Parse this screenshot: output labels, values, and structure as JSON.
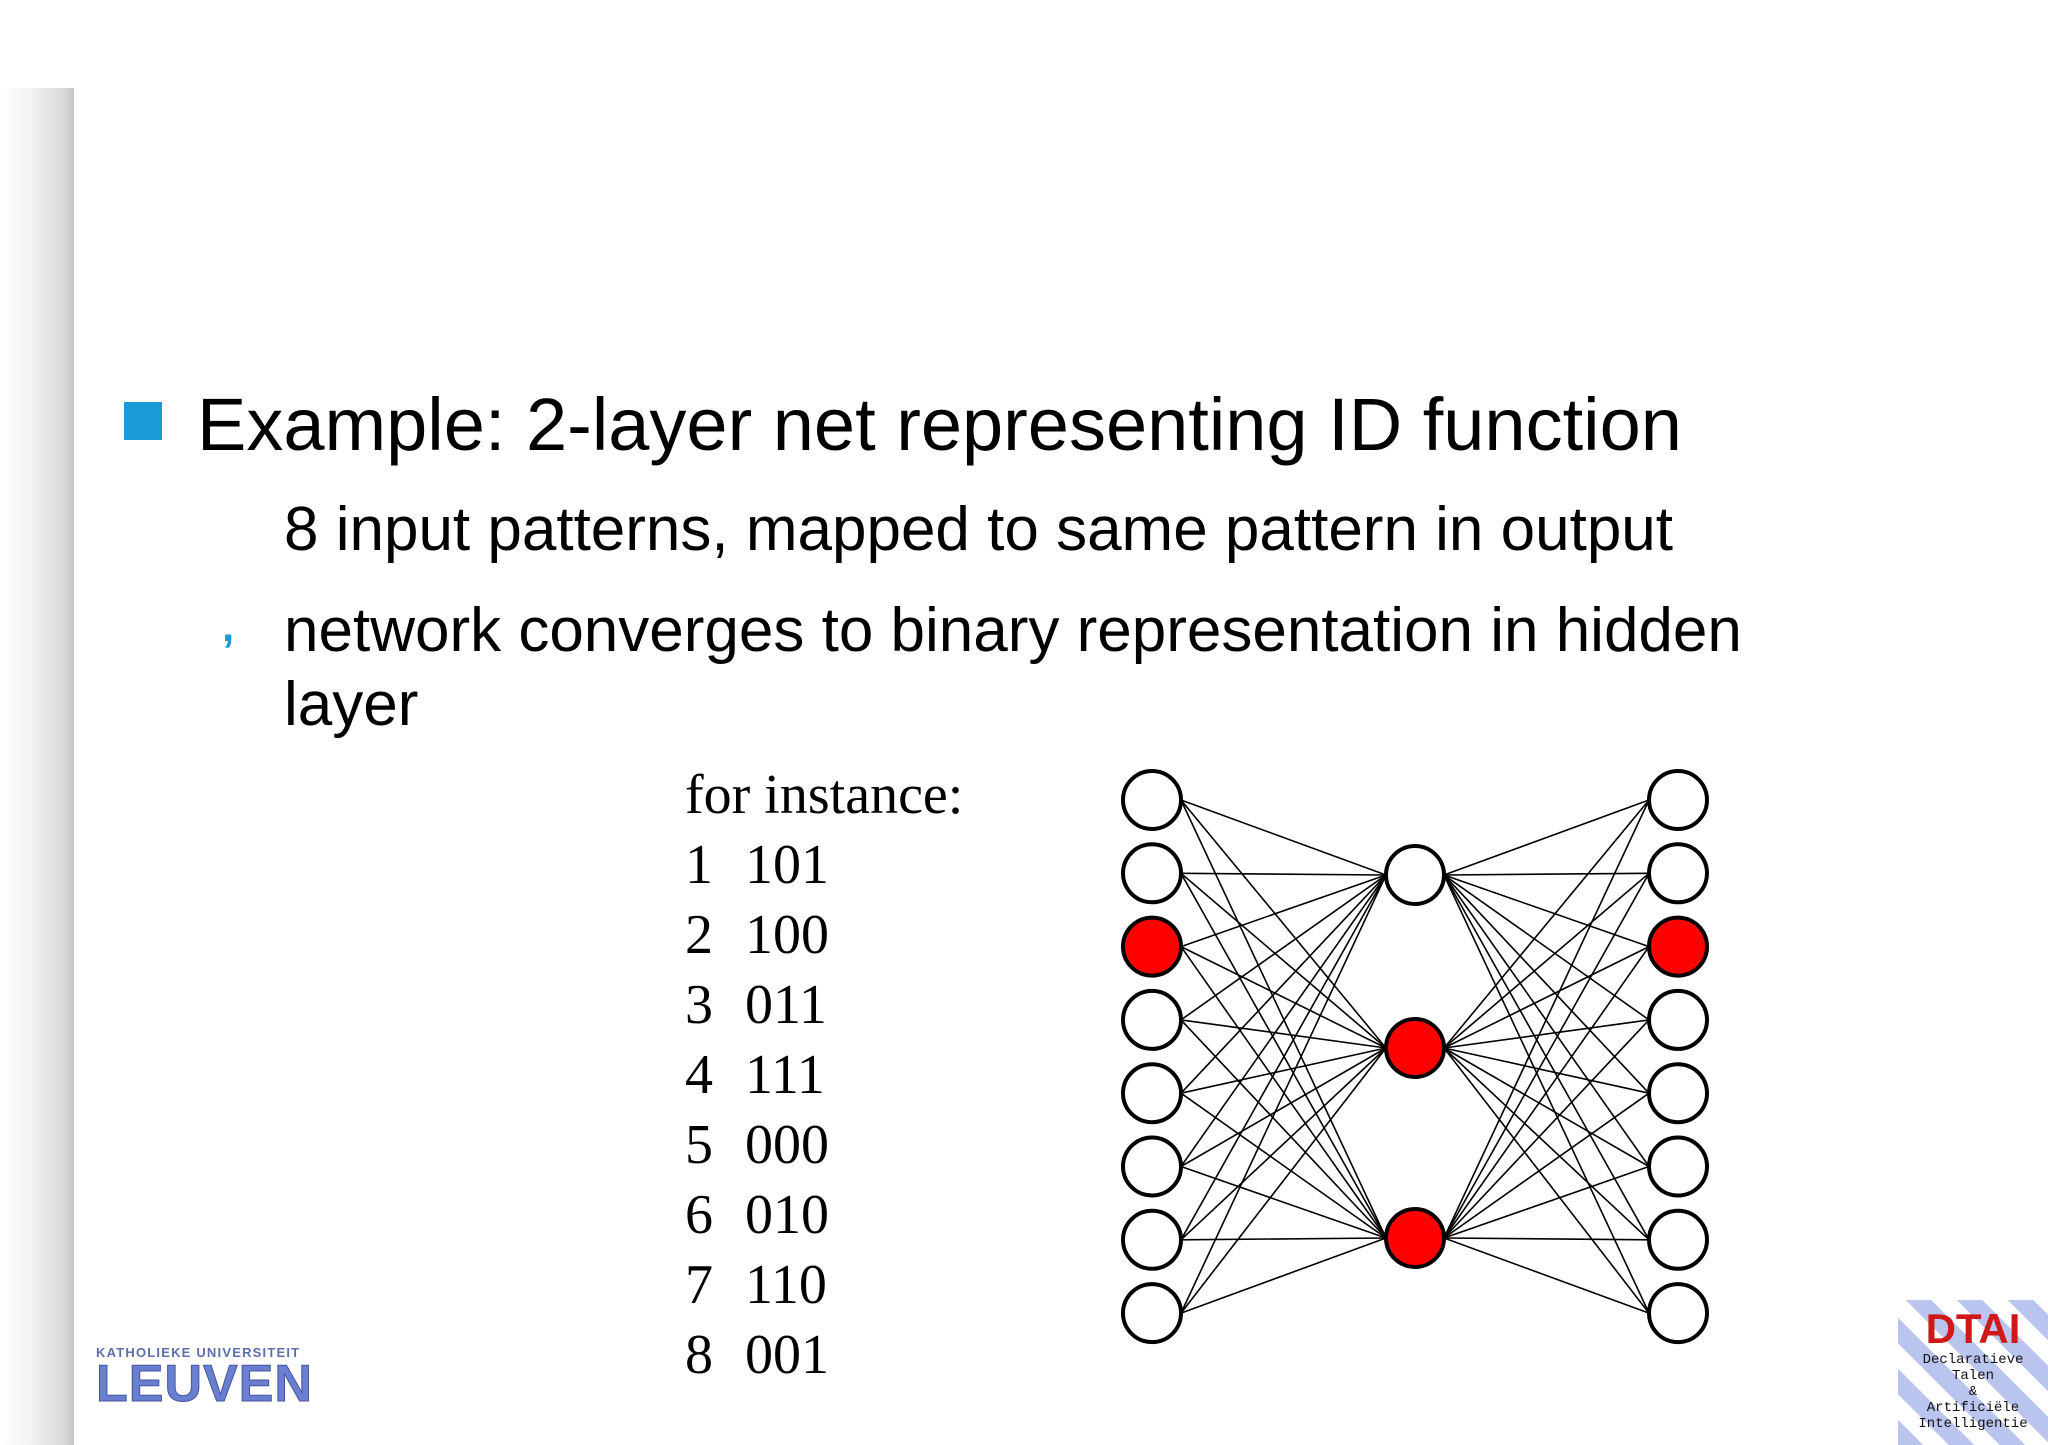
{
  "slide": {
    "title": "Example: 2-layer net representing ID function",
    "line1": "8 input patterns, mapped to same pattern in output",
    "line2": "network converges to binary representation in hidden",
    "line3": "layer",
    "sub_bullet": ","
  },
  "instance": {
    "heading": "for instance:",
    "rows": [
      {
        "num": "1",
        "code": "101"
      },
      {
        "num": "2",
        "code": "100"
      },
      {
        "num": "3",
        "code": "011"
      },
      {
        "num": "4",
        "code": "111"
      },
      {
        "num": "5",
        "code": "000"
      },
      {
        "num": "6",
        "code": "010"
      },
      {
        "num": "7",
        "code": "110"
      },
      {
        "num": "8",
        "code": "001"
      }
    ]
  },
  "network": {
    "input_active": [
      false,
      false,
      true,
      false,
      false,
      false,
      false,
      false
    ],
    "hidden_active": [
      false,
      true,
      true
    ],
    "output_active": [
      false,
      false,
      true,
      false,
      false,
      false,
      false,
      false
    ],
    "active_color": "#ff0000",
    "inactive_color": "#ffffff"
  },
  "logos": {
    "ku_small": "KATHOLIEKE UNIVERSITEIT",
    "ku_big": "LEUVEN",
    "dtai_title": "DTAI",
    "dtai_line1": "Declaratieve",
    "dtai_line2": "Talen",
    "dtai_line3": "&",
    "dtai_line4": "Artificiële",
    "dtai_line5": "Intelligentie"
  }
}
